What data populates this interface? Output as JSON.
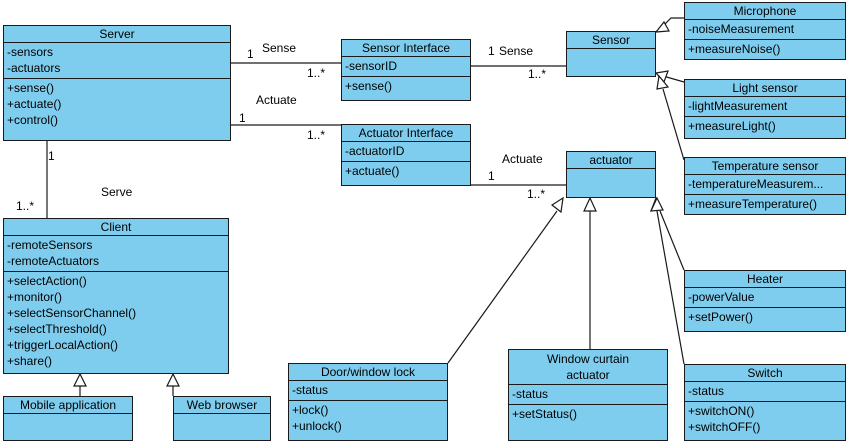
{
  "classes": {
    "server": {
      "name": "Server",
      "attributes": [
        "-sensors",
        "-actuators"
      ],
      "methods": [
        "+sense()",
        "+actuate()",
        "+control()"
      ]
    },
    "sensor_interface": {
      "name": "Sensor Interface",
      "attributes": [
        "-sensorID"
      ],
      "methods": [
        "+sense()"
      ]
    },
    "actuator_interface": {
      "name": "Actuator Interface",
      "attributes": [
        "-actuatorID"
      ],
      "methods": [
        "+actuate()"
      ]
    },
    "sensor": {
      "name": "Sensor"
    },
    "actuator": {
      "name": "actuator"
    },
    "microphone": {
      "name": "Microphone",
      "attributes": [
        "-noiseMeasurement"
      ],
      "methods": [
        "+measureNoise()"
      ]
    },
    "light_sensor": {
      "name": "Light sensor",
      "attributes": [
        "-lightMeasurement"
      ],
      "methods": [
        "+measureLight()"
      ]
    },
    "temperature_sensor": {
      "name": "Temperature sensor",
      "attributes": [
        "-temperatureMeasurem..."
      ],
      "methods": [
        "+measureTemperature()"
      ]
    },
    "client": {
      "name": "Client",
      "attributes": [
        "-remoteSensors",
        "-remoteActuators"
      ],
      "methods": [
        "+selectAction()",
        "+monitor()",
        "+selectSensorChannel()",
        "+selectThreshold()",
        "+triggerLocalAction()",
        "+share()"
      ]
    },
    "mobile_application": {
      "name": "Mobile application"
    },
    "web_browser": {
      "name": "Web browser"
    },
    "door_window_lock": {
      "name": "Door/window lock",
      "attributes": [
        "-status"
      ],
      "methods": [
        "+lock()",
        "+unlock()"
      ]
    },
    "window_curtain_actuator": {
      "name": "Window curtain actuator",
      "attributes": [
        "-status"
      ],
      "methods": [
        "+setStatus()"
      ]
    },
    "heater": {
      "name": "Heater",
      "attributes": [
        "-powerValue"
      ],
      "methods": [
        "+setPower()"
      ]
    },
    "switch": {
      "name": "Switch",
      "attributes": [
        "-status"
      ],
      "methods": [
        "+switchON()",
        "+switchOFF()"
      ]
    }
  },
  "associations": {
    "server_sensor_interface": {
      "label": "Sense",
      "m1": "1",
      "m2": "1..*"
    },
    "sensor_interface_sensor": {
      "label": "Sense",
      "m1": "1",
      "m2": "1..*"
    },
    "server_actuator_interface": {
      "label": "Actuate",
      "m1": "1",
      "m2": "1..*"
    },
    "actuator_interface_actuator": {
      "label": "Actuate",
      "m1": "1",
      "m2": "1..*"
    },
    "server_client": {
      "label": "Serve",
      "m1": "1",
      "m2": "1..*"
    }
  },
  "colors": {
    "class_fill": "#7fcdee",
    "line": "#1a1a1a"
  }
}
